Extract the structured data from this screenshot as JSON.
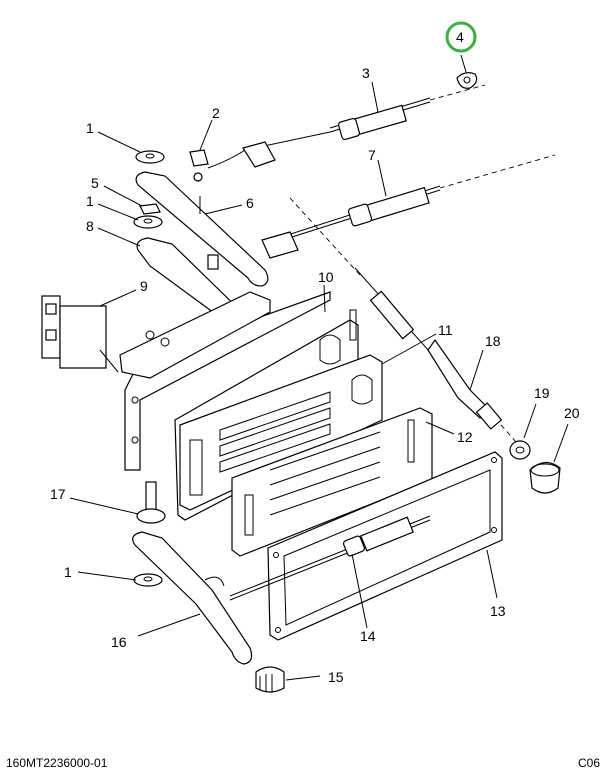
{
  "callouts": {
    "c1a": "1",
    "c2": "2",
    "c3": "3",
    "c4": "4",
    "c5": "5",
    "c1b": "1",
    "c6": "6",
    "c7": "7",
    "c8": "8",
    "c9": "9",
    "c10": "10",
    "c11": "11",
    "c12": "12",
    "c13": "13",
    "c14": "14",
    "c15": "15",
    "c16": "16",
    "c17": "17",
    "c18": "18",
    "c19": "19",
    "c20": "20",
    "c1c": "1"
  },
  "highlight": {
    "color": "#3cb043",
    "callout": "4"
  },
  "footer": {
    "doc_code": "160MT2236000-01",
    "sheet_code": "C06"
  }
}
